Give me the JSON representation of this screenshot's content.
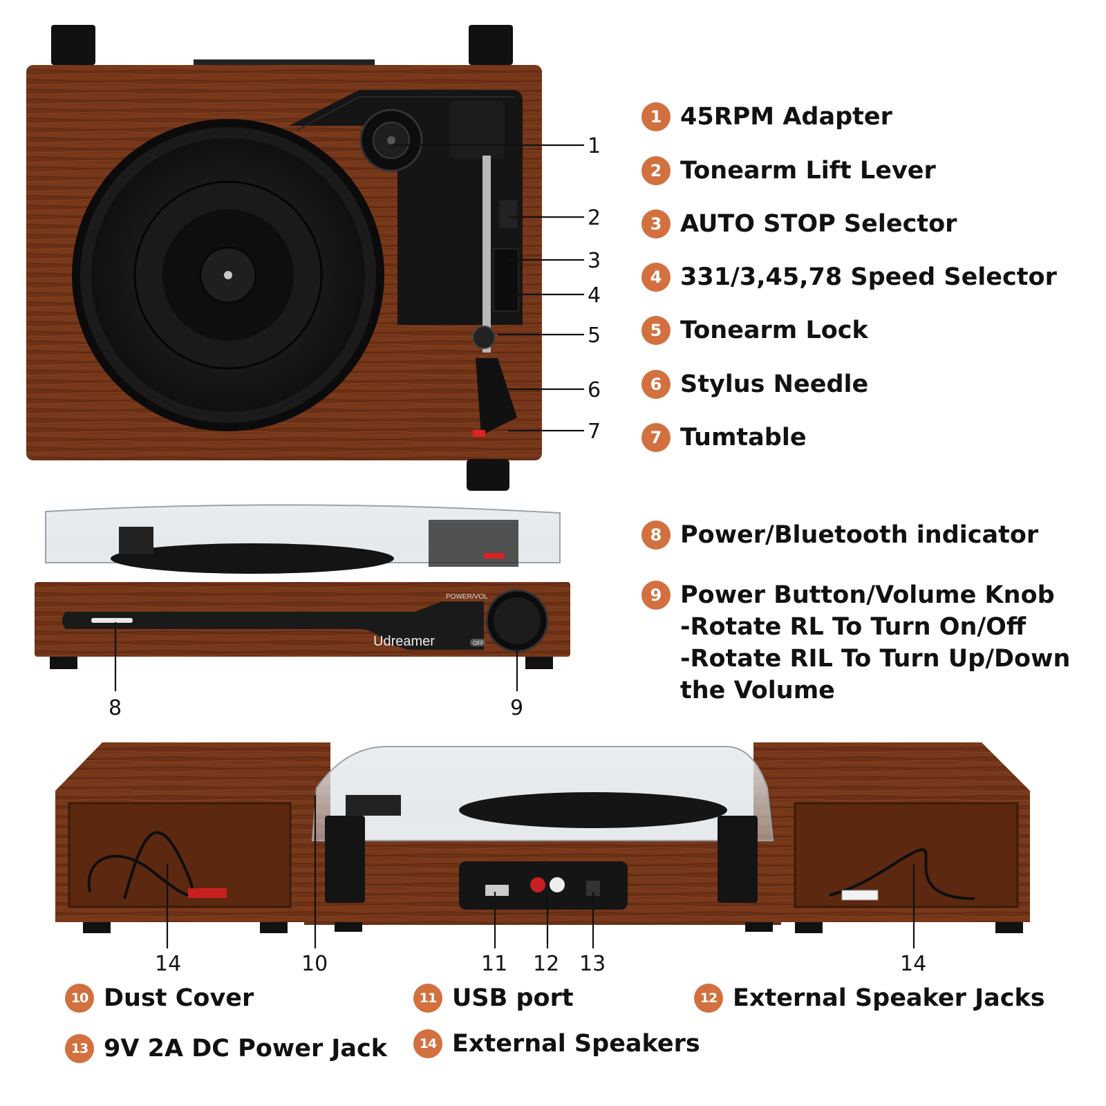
{
  "brand": "Udreamer",
  "panel_text": {
    "power_vol": "POWER/VOL",
    "off": "OFF"
  },
  "callouts": {
    "c1": "1",
    "c2": "2",
    "c3": "3",
    "c4": "4",
    "c5": "5",
    "c6": "6",
    "c7": "7",
    "c8": "8",
    "c9": "9",
    "c10": "10",
    "c11": "11",
    "c12": "12",
    "c13": "13",
    "c14a": "14",
    "c14b": "14"
  },
  "legend": [
    {
      "num": "1",
      "label": "45RPM Adapter"
    },
    {
      "num": "2",
      "label": "Tonearm Lift Lever"
    },
    {
      "num": "3",
      "label": "AUTO STOP Selector"
    },
    {
      "num": "4",
      "label": "331/3,45,78 Speed Selector"
    },
    {
      "num": "5",
      "label": "Tonearm Lock"
    },
    {
      "num": "6",
      "label": "Stylus Needle"
    },
    {
      "num": "7",
      "label": "Tumtable"
    },
    {
      "num": "8",
      "label": "Power/Bluetooth indicator"
    },
    {
      "num": "9",
      "label": "Power Button/Volume Knob",
      "details": [
        "-Rotate RL To Turn On/Off",
        "-Rotate RIL To Turn Up/Down",
        "the Volume"
      ]
    },
    {
      "num": "10",
      "label": "Dust Cover"
    },
    {
      "num": "11",
      "label": "USB port"
    },
    {
      "num": "12",
      "label": "External Speaker Jacks"
    },
    {
      "num": "13",
      "label": "9V 2A DC Power Jack"
    },
    {
      "num": "14",
      "label": "External Speakers"
    }
  ],
  "colors": {
    "badge": "#d2703f",
    "wood": "#7a3a1c",
    "wood_dark": "#5a2710"
  }
}
